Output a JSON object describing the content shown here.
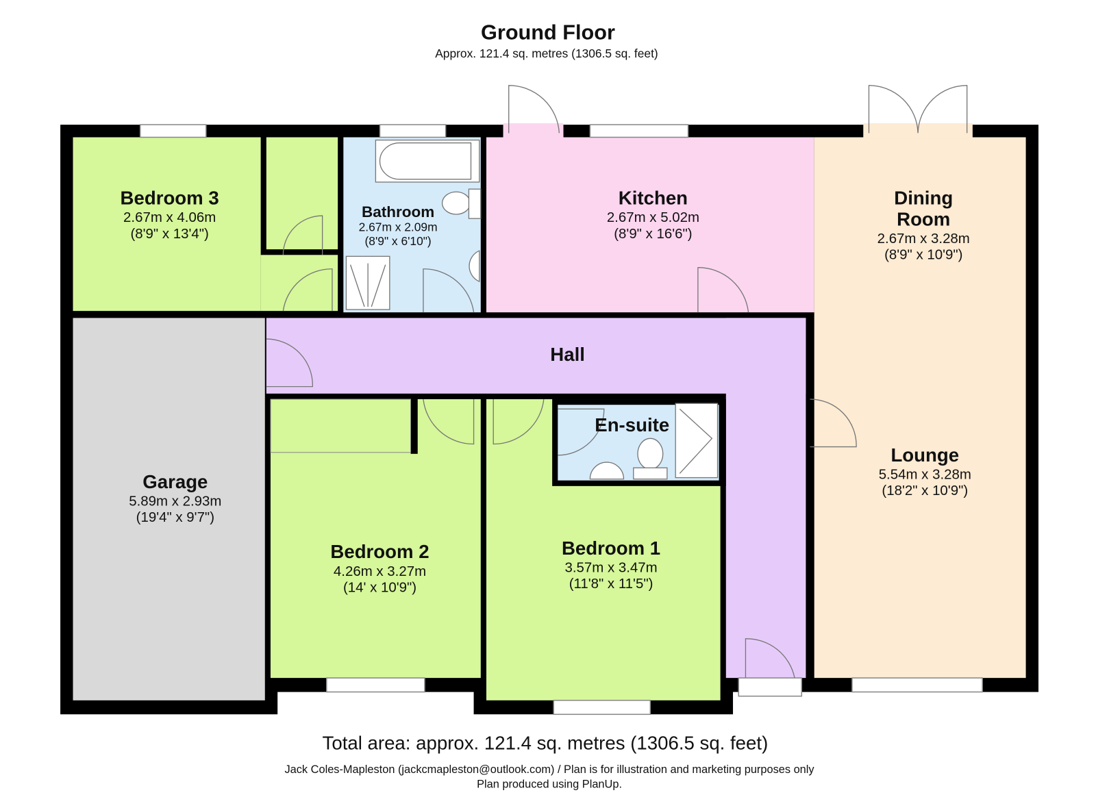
{
  "header": {
    "title": "Ground Floor",
    "subtitle": "Approx. 121.4 sq. metres (1306.5 sq. feet)"
  },
  "rooms": {
    "bedroom3": {
      "name": "Bedroom 3",
      "metric": "2.67m x 4.06m",
      "imperial": "(8'9\" x 13'4\")"
    },
    "bathroom": {
      "name": "Bathroom",
      "metric": "2.67m x 2.09m",
      "imperial": "(8'9\" x 6'10\")"
    },
    "kitchen": {
      "name": "Kitchen",
      "metric": "2.67m x 5.02m",
      "imperial": "(8'9\" x 16'6\")"
    },
    "dining": {
      "name1": "Dining",
      "name2": "Room",
      "metric": "2.67m x 3.28m",
      "imperial": "(8'9\" x 10'9\")"
    },
    "hall": {
      "name": "Hall"
    },
    "garage": {
      "name": "Garage",
      "metric": "5.89m x 2.93m",
      "imperial": "(19'4\" x 9'7\")"
    },
    "ensuite": {
      "name": "En-suite"
    },
    "bedroom2": {
      "name": "Bedroom 2",
      "metric": "4.26m x 3.27m",
      "imperial": "(14' x 10'9\")"
    },
    "bedroom1": {
      "name": "Bedroom 1",
      "metric": "3.57m x 3.47m",
      "imperial": "(11'8\" x 11'5\")"
    },
    "lounge": {
      "name": "Lounge",
      "metric": "5.54m x 3.28m",
      "imperial": "(18'2\" x 10'9\")"
    }
  },
  "colors": {
    "wall": "#000000",
    "bedroom": "#d6f79a",
    "bathroom": "#d5ebfa",
    "kitchen": "#fcd6ef",
    "lounge": "#fdebd3",
    "hall": "#e6cbfa",
    "garage": "#d9d9d9"
  },
  "footer": {
    "total": "Total area: approx. 121.4 sq. metres (1306.5 sq. feet)",
    "credit": "Jack Coles-Mapleston (jackcmapleston@outlook.com) / Plan is for illustration and marketing purposes only",
    "produced": "Plan produced using PlanUp."
  }
}
